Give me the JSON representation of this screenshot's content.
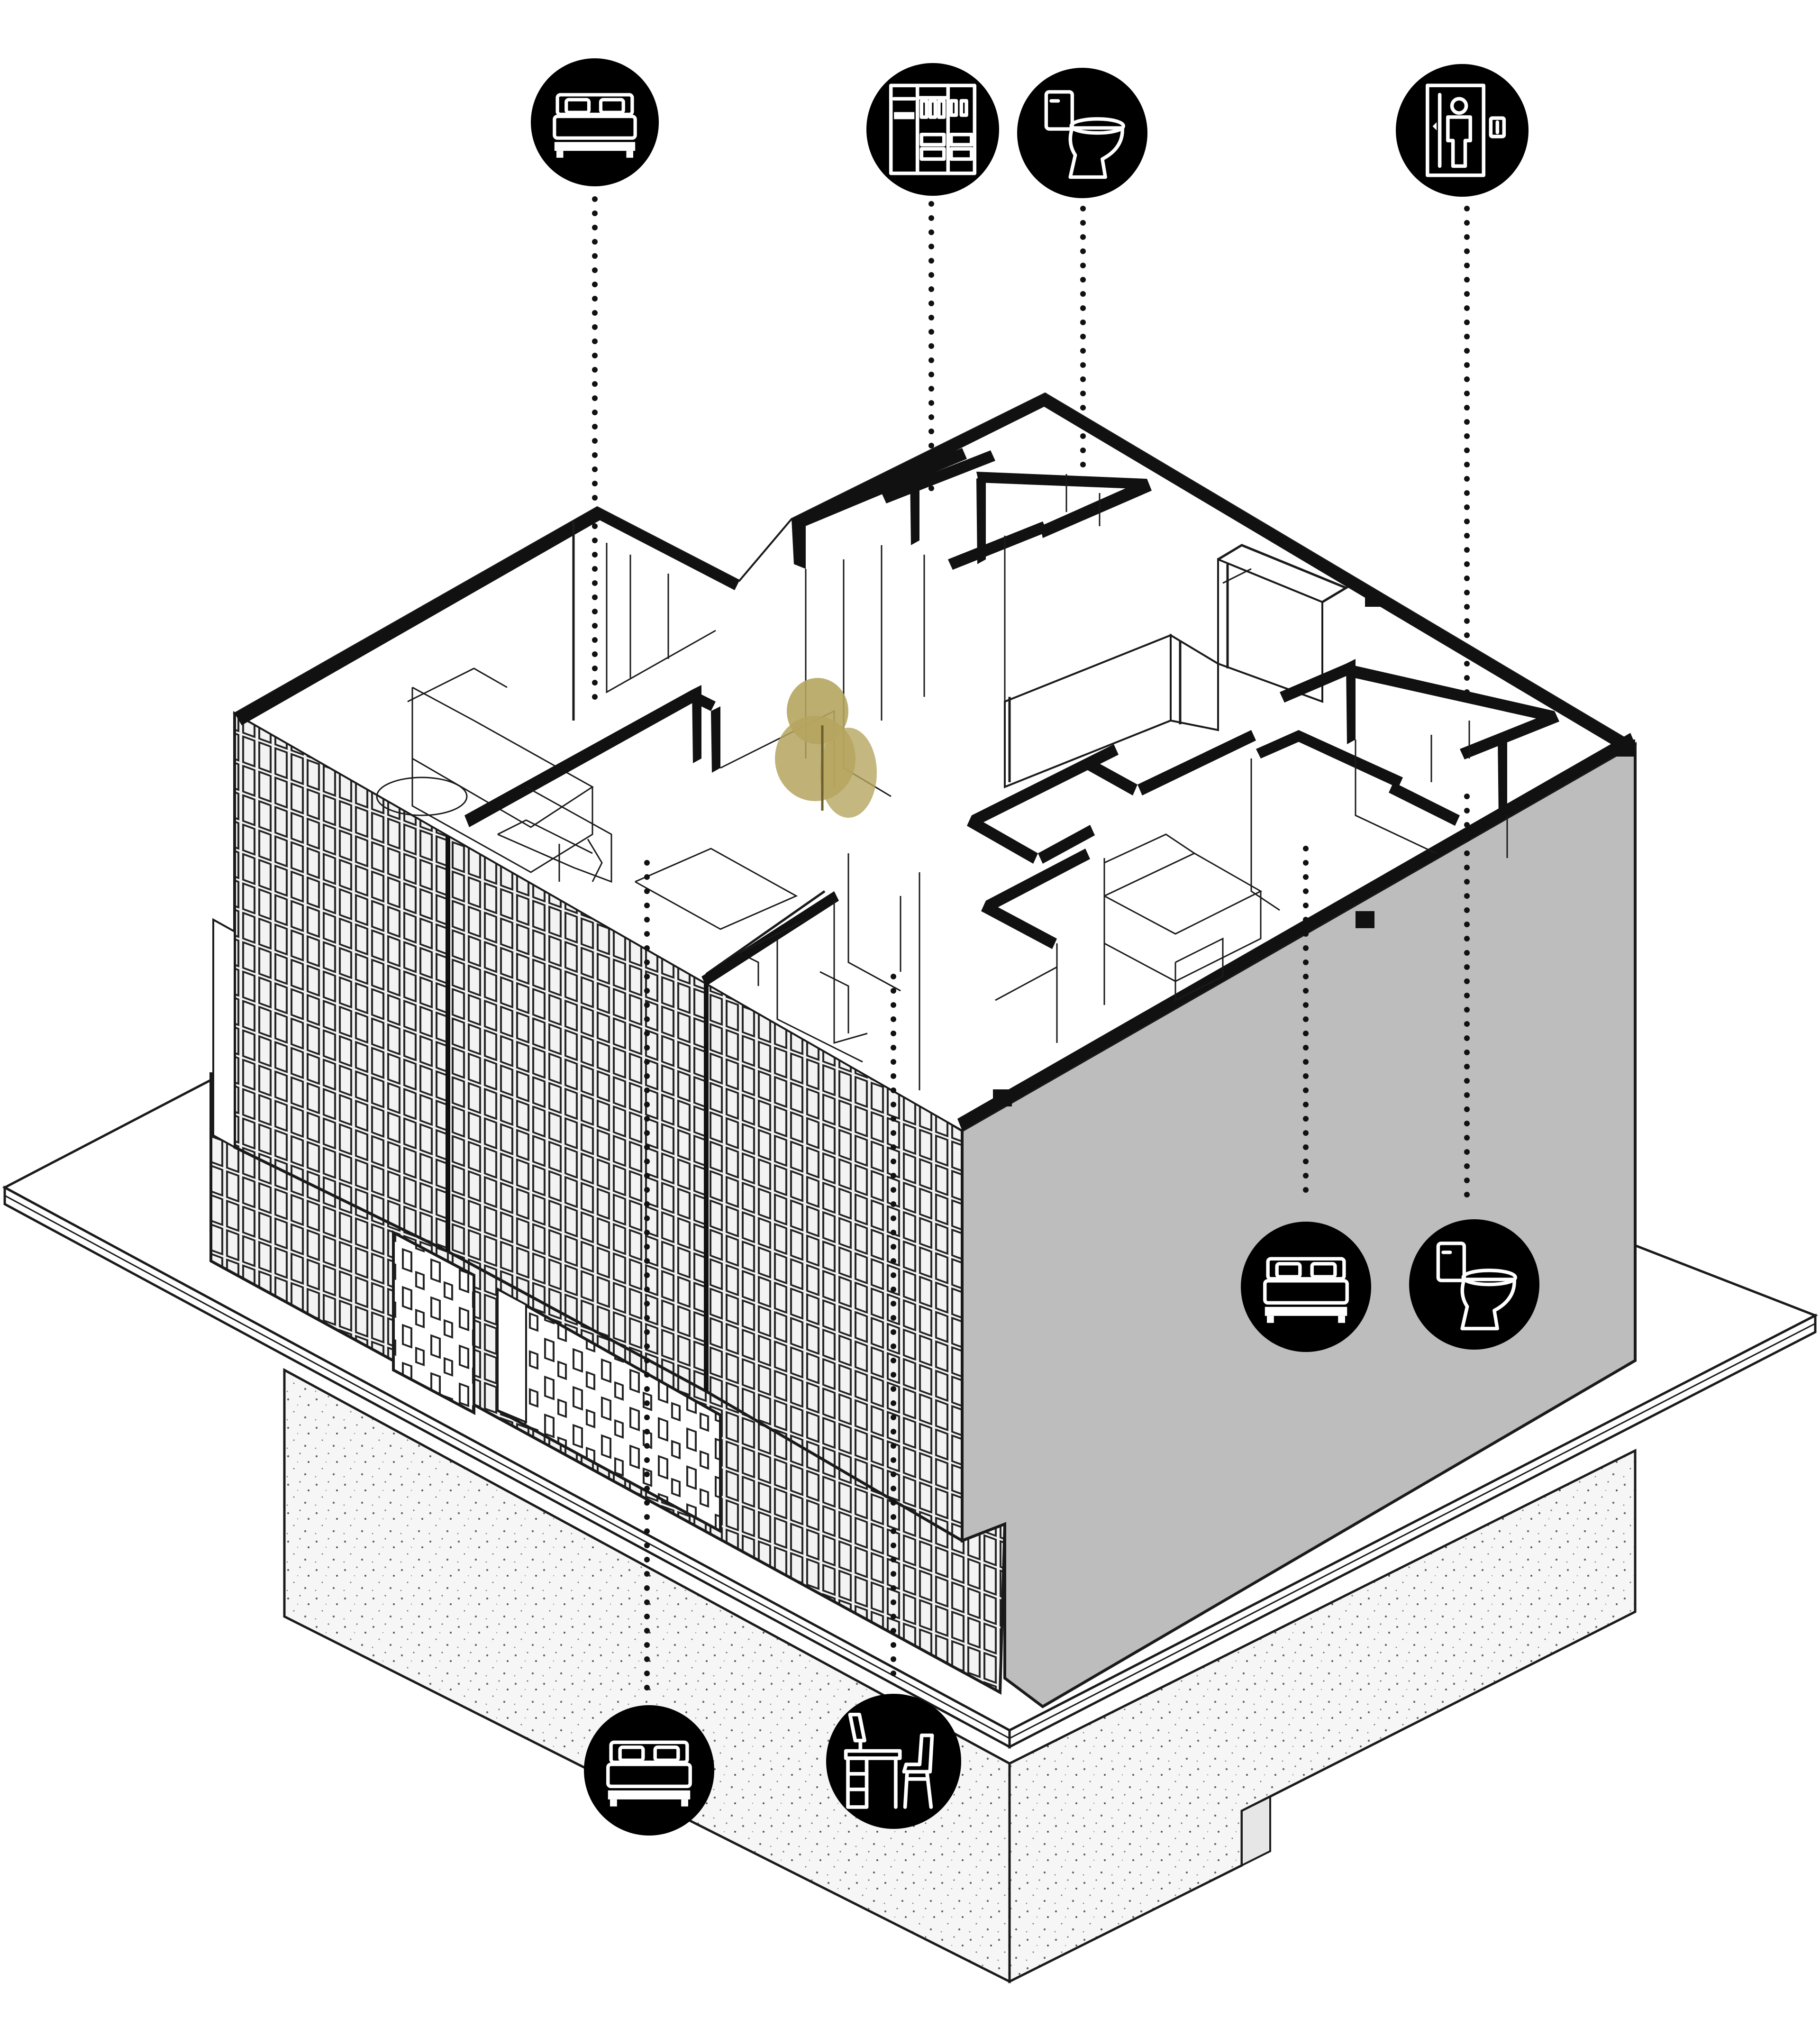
{
  "colors": {
    "background": "#ffffff",
    "ink": "#111111",
    "side_wall": "#bdbdbd",
    "side_wall_shade": "#a9a9a9",
    "foundation": "#f4f4f4",
    "plinth": "#ffffff",
    "brick_face": "#f2f2f2",
    "tree": "#b5a55f"
  },
  "icons": [
    {
      "name": "bed-icon",
      "room": "bedroom",
      "position": "upper-left"
    },
    {
      "name": "wardrobe-icon",
      "room": "walk-in closet",
      "position": "upper-middle"
    },
    {
      "name": "toilet-icon",
      "room": "bathroom",
      "position": "upper-middle-right"
    },
    {
      "name": "elevator-icon",
      "room": "elevator",
      "position": "upper-right"
    },
    {
      "name": "bed-icon",
      "room": "bedroom",
      "position": "right"
    },
    {
      "name": "toilet-icon",
      "room": "bathroom",
      "position": "far-right"
    },
    {
      "name": "bed-icon",
      "room": "bedroom",
      "position": "bottom-left"
    },
    {
      "name": "desk-chair-icon",
      "room": "study",
      "position": "bottom-middle"
    }
  ]
}
